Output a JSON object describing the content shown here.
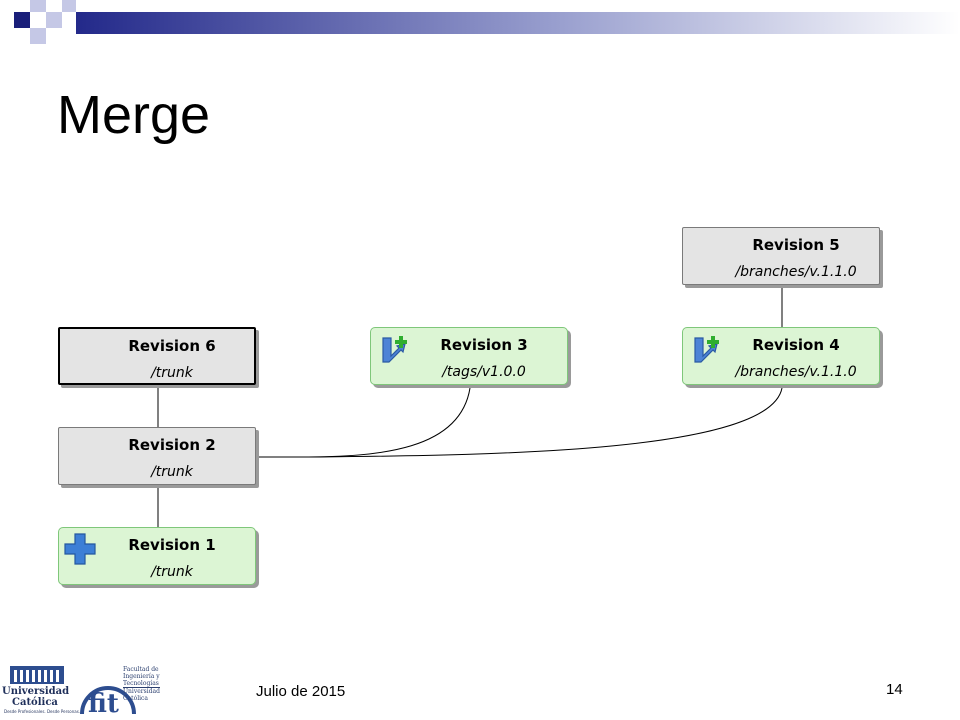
{
  "slide": {
    "title": "Merge",
    "footer_date": "Julio de 2015",
    "slide_number": "14"
  },
  "nodes": [
    {
      "id": "r5",
      "revision": "Revision 5",
      "path": "/branches/v.1.1.0",
      "style": "gray",
      "icon": null
    },
    {
      "id": "r6",
      "revision": "Revision 6",
      "path": "/trunk",
      "style": "gray-selected",
      "icon": null
    },
    {
      "id": "r3",
      "revision": "Revision 3",
      "path": "/tags/v1.0.0",
      "style": "green",
      "icon": "branch-add-icon"
    },
    {
      "id": "r4",
      "revision": "Revision 4",
      "path": "/branches/v.1.1.0",
      "style": "green",
      "icon": "branch-add-icon"
    },
    {
      "id": "r2",
      "revision": "Revision 2",
      "path": "/trunk",
      "style": "gray",
      "icon": null
    },
    {
      "id": "r1",
      "revision": "Revision 1",
      "path": "/trunk",
      "style": "green",
      "icon": "add-icon"
    }
  ],
  "logos": {
    "university": {
      "line1": "Universidad",
      "line2": "Católica",
      "sub": "Desde Profesionales. Desde Personas."
    },
    "faculty": {
      "lines": [
        "Facultad de",
        "Ingeniería y",
        "Tecnologías",
        "Universidad",
        "Católica"
      ]
    }
  },
  "colors": {
    "node_gray": "#e4e4e4",
    "node_green": "#dcf5d4",
    "accent_navy": "#1a237e",
    "accent_blue": "#3f51b5"
  }
}
